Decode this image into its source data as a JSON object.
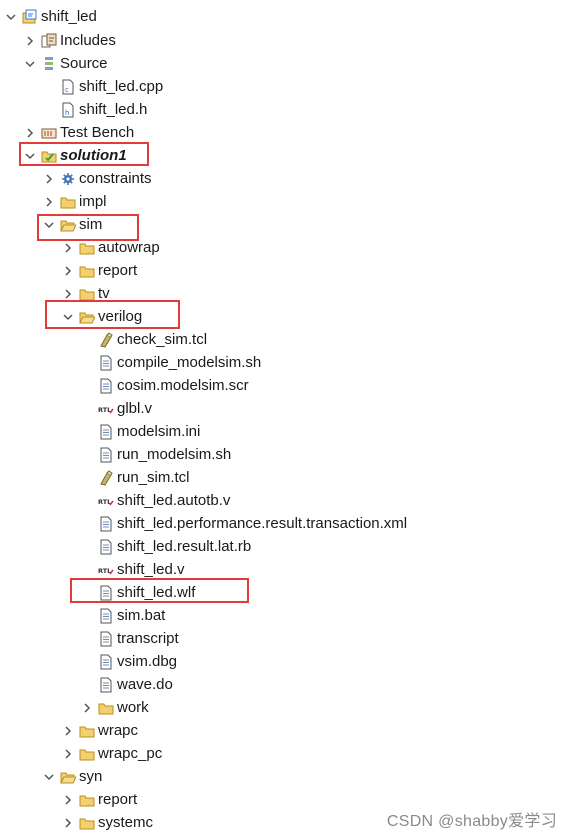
{
  "tree": {
    "project": {
      "label": "shift_led",
      "icon": "project-icon"
    },
    "includes": {
      "label": "Includes",
      "icon": "includes-icon"
    },
    "source": {
      "label": "Source",
      "icon": "source-icon",
      "files": [
        {
          "label": "shift_led.cpp",
          "icon": "cpp-file-icon"
        },
        {
          "label": "shift_led.h",
          "icon": "header-file-icon"
        }
      ]
    },
    "testbench": {
      "label": "Test Bench",
      "icon": "testbench-icon"
    },
    "solution": {
      "label": "solution1",
      "icon": "solution-folder-icon"
    },
    "constraints": {
      "label": "constraints",
      "icon": "gear-icon"
    },
    "impl": {
      "label": "impl",
      "icon": "folder-icon"
    },
    "sim": {
      "label": "sim",
      "icon": "folder-icon",
      "children": [
        {
          "label": "autowrap"
        },
        {
          "label": "report"
        },
        {
          "label": "tv"
        }
      ]
    },
    "verilog": {
      "label": "verilog",
      "icon": "folder-icon",
      "files": [
        {
          "label": "check_sim.tcl",
          "icon": "tcl-script-icon"
        },
        {
          "label": "compile_modelsim.sh",
          "icon": "text-file-icon"
        },
        {
          "label": "cosim.modelsim.scr",
          "icon": "text-file-icon"
        },
        {
          "label": "glbl.v",
          "icon": "rtl-file-icon"
        },
        {
          "label": "modelsim.ini",
          "icon": "text-file-icon"
        },
        {
          "label": "run_modelsim.sh",
          "icon": "text-file-icon"
        },
        {
          "label": "run_sim.tcl",
          "icon": "tcl-script-icon"
        },
        {
          "label": "shift_led.autotb.v",
          "icon": "rtl-file-icon"
        },
        {
          "label": "shift_led.performance.result.transaction.xml",
          "icon": "text-file-icon"
        },
        {
          "label": "shift_led.result.lat.rb",
          "icon": "text-file-icon"
        },
        {
          "label": "shift_led.v",
          "icon": "rtl-file-icon"
        },
        {
          "label": "shift_led.wlf",
          "icon": "text-file-icon"
        },
        {
          "label": "sim.bat",
          "icon": "text-file-icon"
        },
        {
          "label": "transcript",
          "icon": "text-file-icon"
        },
        {
          "label": "vsim.dbg",
          "icon": "text-file-icon"
        },
        {
          "label": "wave.do",
          "icon": "text-file-icon"
        }
      ],
      "work": {
        "label": "work",
        "icon": "folder-icon"
      }
    },
    "sim_tail": [
      {
        "label": "wrapc"
      },
      {
        "label": "wrapc_pc"
      }
    ],
    "syn": {
      "label": "syn",
      "icon": "folder-icon",
      "children": [
        {
          "label": "report"
        },
        {
          "label": "systemc"
        }
      ]
    }
  },
  "highlight_color": "#e23b3b",
  "watermark": "CSDN @shabby爱学习"
}
